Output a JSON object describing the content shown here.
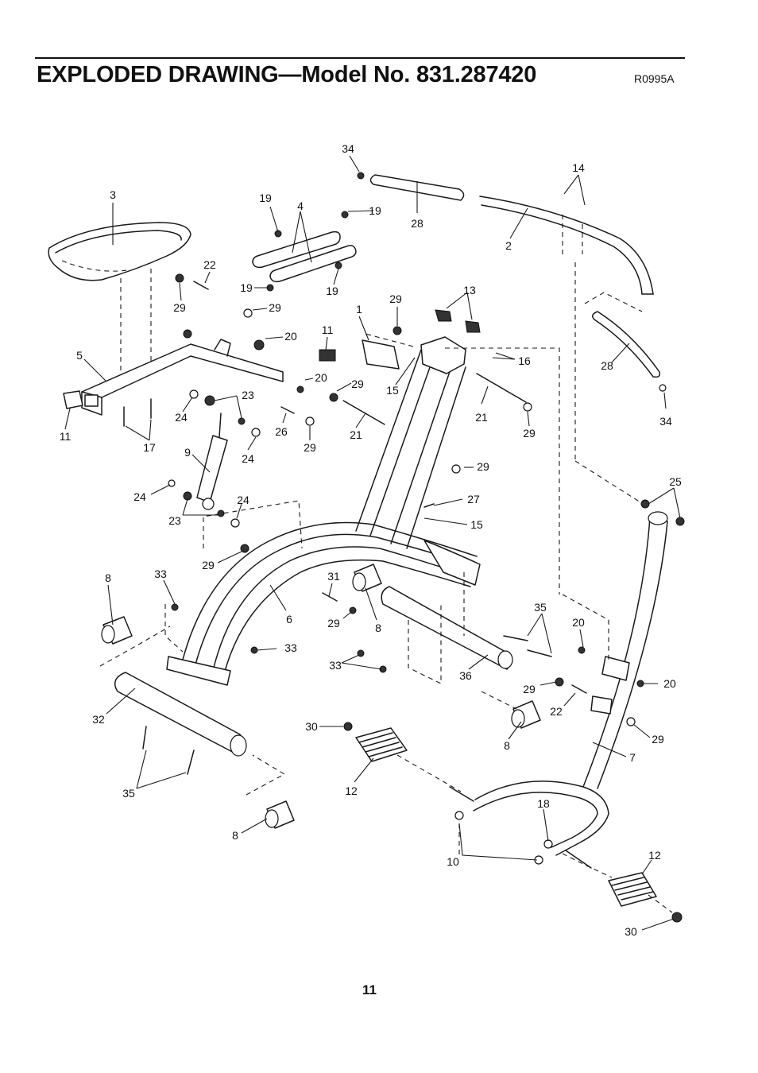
{
  "header": {
    "title": "EXPLODED DRAWING—Model No. 831.287420",
    "code": "R0995A"
  },
  "page_number": "11",
  "callouts": [
    "34",
    "3",
    "19",
    "4",
    "19",
    "28",
    "14",
    "2",
    "22",
    "19",
    "19",
    "29",
    "29",
    "13",
    "1",
    "29",
    "11",
    "20",
    "5",
    "16",
    "28",
    "20",
    "29",
    "15",
    "23",
    "24",
    "21",
    "34",
    "11",
    "17",
    "26",
    "29",
    "21",
    "29",
    "9",
    "24",
    "29",
    "25",
    "24",
    "23",
    "24",
    "27",
    "15",
    "29",
    "8",
    "33",
    "31",
    "29",
    "8",
    "6",
    "35",
    "20",
    "33",
    "33",
    "36",
    "29",
    "20",
    "32",
    "22",
    "30",
    "29",
    "7",
    "35",
    "12",
    "8",
    "8",
    "18",
    "12",
    "10",
    "30"
  ]
}
